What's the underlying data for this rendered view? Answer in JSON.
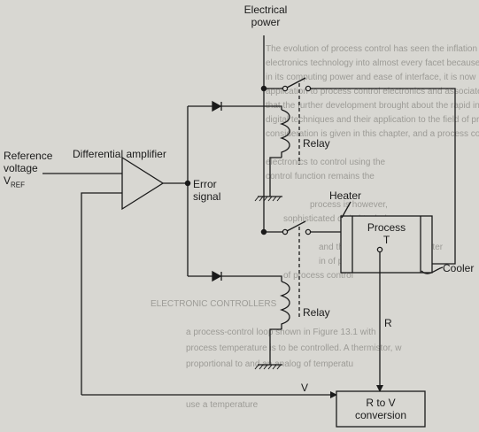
{
  "labels": {
    "electrical_power_1": "Electrical",
    "electrical_power_2": "power",
    "relay_top": "Relay",
    "relay_bottom": "Relay",
    "reference_1": "Reference",
    "reference_2": "voltage",
    "reference_3": "V",
    "reference_sub": "REF",
    "differential_amplifier": "Differential amplifier",
    "error_1": "Error",
    "error_2": "signal",
    "heater": "Heater",
    "process": "Process",
    "process_T": "T",
    "cooler": "Cooler",
    "R": "R",
    "V": "V",
    "r_to_v_1": "R to V",
    "r_to_v_2": "conversion"
  },
  "background_text": [
    "The evolution of process control has seen the inflation",
    "electronics technology into almost every facet because of",
    "in its computing power and ease of interface, it is now",
    "application to process control electronics and associate",
    "that the further development brought about the rapid introd-",
    "digital techniques and their application to the field of process control. Some early",
    "consideration is given in this chapter, and a process control using",
    "electronics to control using the ",
    "control function remains the",
    "process is however, ",
    "sophisticated digital techniques",
    "and the evolution and computer",
    "in of performance",
    "of process control",
    "ELECTRONIC CONTROLLERS",
    "a process-control loop shown in Figure 13.1 with",
    "process temperature is to be controlled. A thermistor, w",
    "proportional to and an analog of temperatu",
    "use a temperature"
  ]
}
